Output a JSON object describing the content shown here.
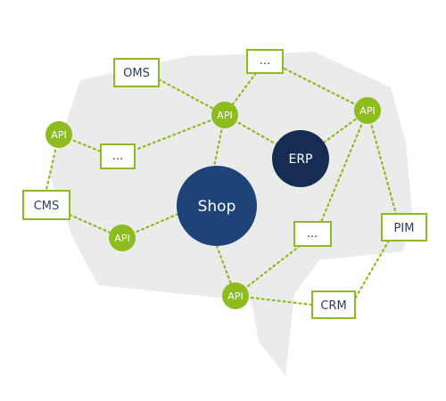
{
  "colors": {
    "brain_fill": "#ebebeb",
    "accent_green": "#8cbc1e",
    "shop_blue": "#1d4379",
    "erp_navy": "#162c52",
    "label_text": "#2d3e5c"
  },
  "diagram": {
    "hubs": [
      {
        "id": "shop",
        "label": "Shop"
      },
      {
        "id": "erp",
        "label": "ERP"
      }
    ],
    "boxes": [
      {
        "id": "oms",
        "label": "OMS"
      },
      {
        "id": "top_dots",
        "label": "..."
      },
      {
        "id": "left_dots",
        "label": "..."
      },
      {
        "id": "cms",
        "label": "CMS"
      },
      {
        "id": "mid_dots",
        "label": "..."
      },
      {
        "id": "pim",
        "label": "PIM"
      },
      {
        "id": "crm",
        "label": "CRM"
      }
    ],
    "api_nodes": [
      {
        "id": "api_top",
        "label": "API"
      },
      {
        "id": "api_left",
        "label": "API"
      },
      {
        "id": "api_right",
        "label": "API"
      },
      {
        "id": "api_mid",
        "label": "API"
      },
      {
        "id": "api_bottom",
        "label": "API"
      }
    ]
  }
}
